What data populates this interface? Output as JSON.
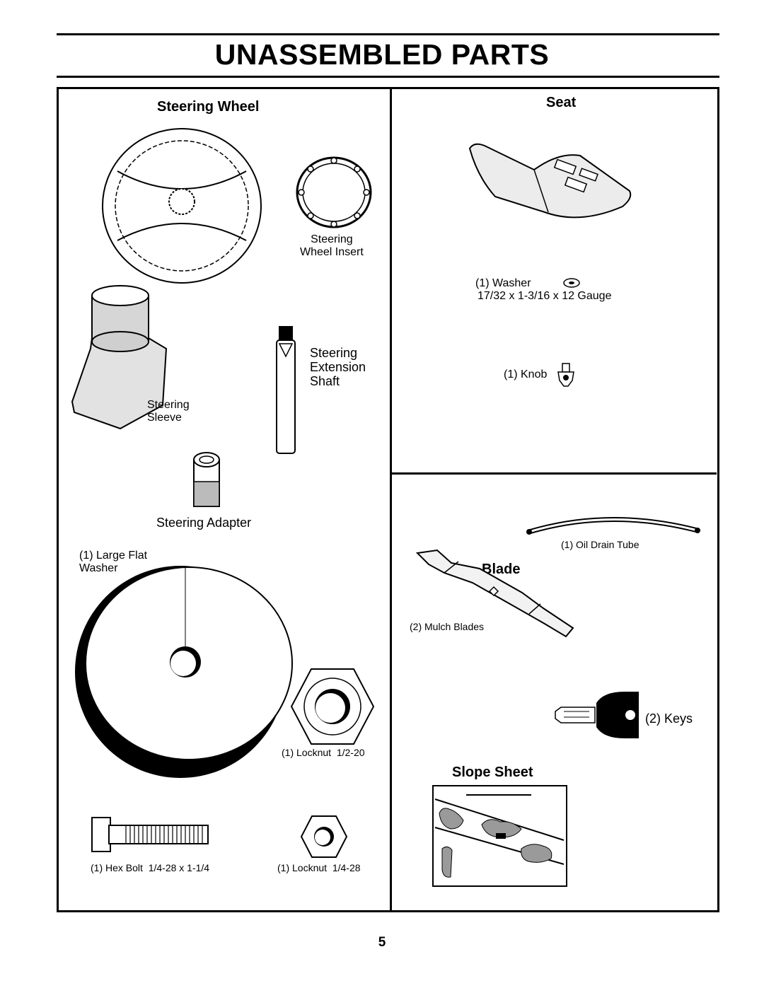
{
  "page": {
    "title": "UNASSEMBLED PARTS",
    "page_number": "5"
  },
  "steering_wheel_section": {
    "heading": "Steering Wheel",
    "wheel_insert_label": "Steering\nWheel Insert",
    "extension_shaft_label": "Steering\nExtension\nShaft",
    "sleeve_label": "Steering\nSleeve",
    "adapter_label": "Steering Adapter",
    "large_flat_washer_label": "(1) Large Flat\nWasher",
    "locknut_large_label": "(1) Locknut  1/2-20",
    "hex_bolt_label": "(1) Hex Bolt  1/4-28 x 1-1/4",
    "locknut_small_label": "(1) Locknut  1/4-28"
  },
  "seat_section": {
    "heading": "Seat",
    "washer_label": "(1) Washer",
    "washer_size": "17/32 x 1-3/16 x 12 Gauge",
    "knob_label": "(1) Knob"
  },
  "misc_section": {
    "oil_drain_tube_label": "(1) Oil Drain Tube",
    "blade_heading": "Blade",
    "mulch_blades_label": "(2) Mulch Blades",
    "keys_label": "(2) Keys",
    "slope_sheet_heading": "Slope Sheet"
  }
}
